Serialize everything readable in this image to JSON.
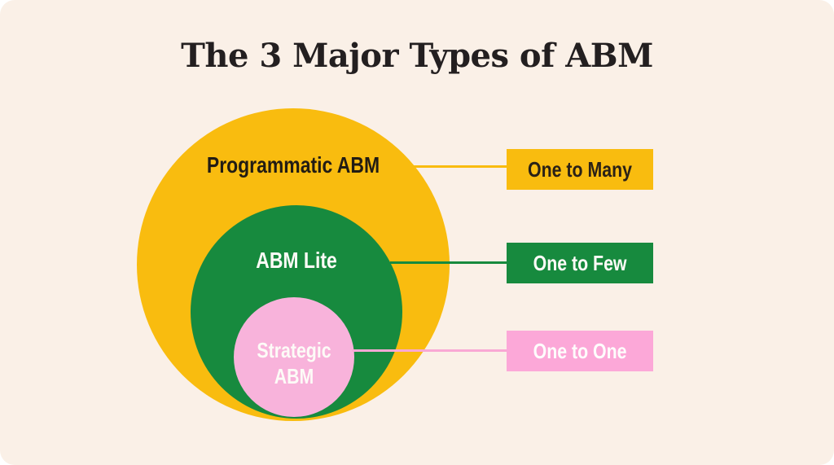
{
  "page": {
    "title": "The 3 Major Types of ABM"
  },
  "colors": {
    "background": "#FAF0E7",
    "yellow": "#F9BC0F",
    "green": "#178A3E",
    "pink_circle": "#F8B3DB",
    "pink_box": "#FCA8D8",
    "pink_connector": "#F9A8D4",
    "dark_text": "#231F20",
    "light_text": "#FDFBF7"
  },
  "venn": {
    "rings": [
      {
        "label": "Programmatic ABM",
        "reach": "One to Many",
        "color": "#F9BC0F"
      },
      {
        "label": "ABM Lite",
        "reach": "One to Few",
        "color": "#178A3E"
      },
      {
        "label": "Strategic ABM",
        "reach": "One to One",
        "color": "#F8B3DB"
      }
    ]
  }
}
